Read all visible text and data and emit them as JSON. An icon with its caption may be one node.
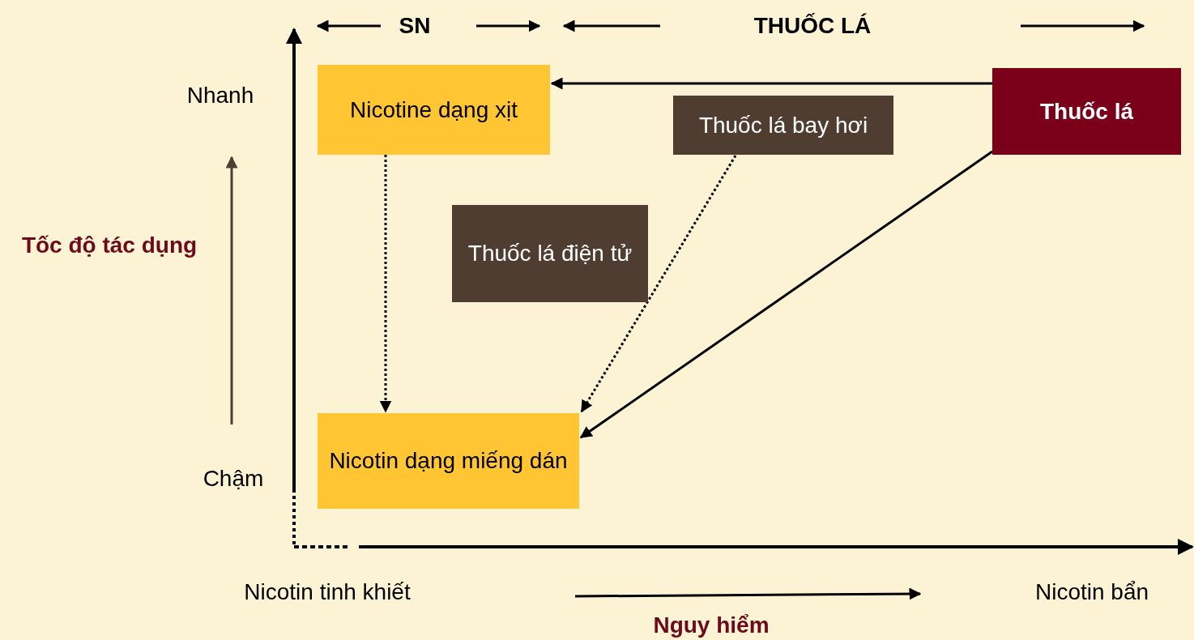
{
  "diagram": {
    "nodes": [
      {
        "text": [
          "Nicotine dạng xịt"
        ]
      },
      {
        "text": [
          "Thuốc lá bay hơi"
        ]
      },
      {
        "text": [
          "Thuốc lá"
        ]
      },
      {
        "text": [
          "Thuốc lá điện tử"
        ]
      },
      {
        "text": [
          "Nicotin dạng miếng dán"
        ]
      }
    ],
    "edges": [
      {
        "from": 2,
        "to": 0,
        "arrow": "to"
      },
      {
        "from": 0,
        "to": 4,
        "arrow": "to",
        "style": "dashed"
      },
      {
        "from": 1,
        "to": 4,
        "arrow": "to",
        "style": "dashed"
      },
      {
        "from": 2,
        "to": 4,
        "arrow": "to"
      }
    ],
    "labels": [
      "SN",
      "THUỐC LÁ",
      "Nhanh",
      "Tốc độ tác dụng",
      "Chậm",
      "Nicotin tinh khiết",
      "Nicotin bẩn",
      "Nguy hiểm"
    ]
  }
}
